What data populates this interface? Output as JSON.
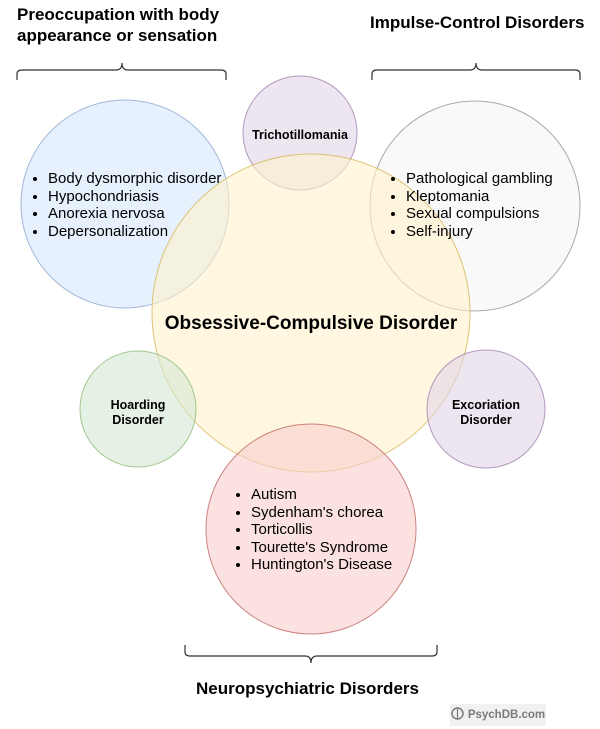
{
  "groups": {
    "body": {
      "title_line1": "Preoccupation with body",
      "title_line2": "appearance or sensation",
      "items": [
        "Body dysmorphic disorder",
        "Hypochondriasis",
        "Anorexia nervosa",
        "Depersonalization"
      ]
    },
    "impulse": {
      "title": "Impulse-Control Disorders",
      "items": [
        "Pathological gambling",
        "Kleptomania",
        "Sexual compulsions",
        "Self-injury"
      ]
    },
    "neuro": {
      "title": "Neuropsychiatric Disorders",
      "items": [
        "Autism",
        "Sydenham's chorea",
        "Torticollis",
        "Tourette's Syndrome",
        "Huntington's Disease"
      ]
    }
  },
  "center": {
    "label": "Obsessive-Compulsive Disorder"
  },
  "small": {
    "trich": "Trichotillomania",
    "hoarding_1": "Hoarding",
    "hoarding_2": "Disorder",
    "excoriation_1": "Excoriation",
    "excoriation_2": "Disorder"
  },
  "logo": {
    "text": "PsychDB.com",
    "icon": "brain-icon"
  },
  "colors": {
    "blue": "#dae8fc",
    "yellow": "#fff2cc",
    "green": "#d5e8d4",
    "pink": "#f8cecc",
    "purple": "#e1d5e7",
    "gray": "#f5f5f5"
  }
}
